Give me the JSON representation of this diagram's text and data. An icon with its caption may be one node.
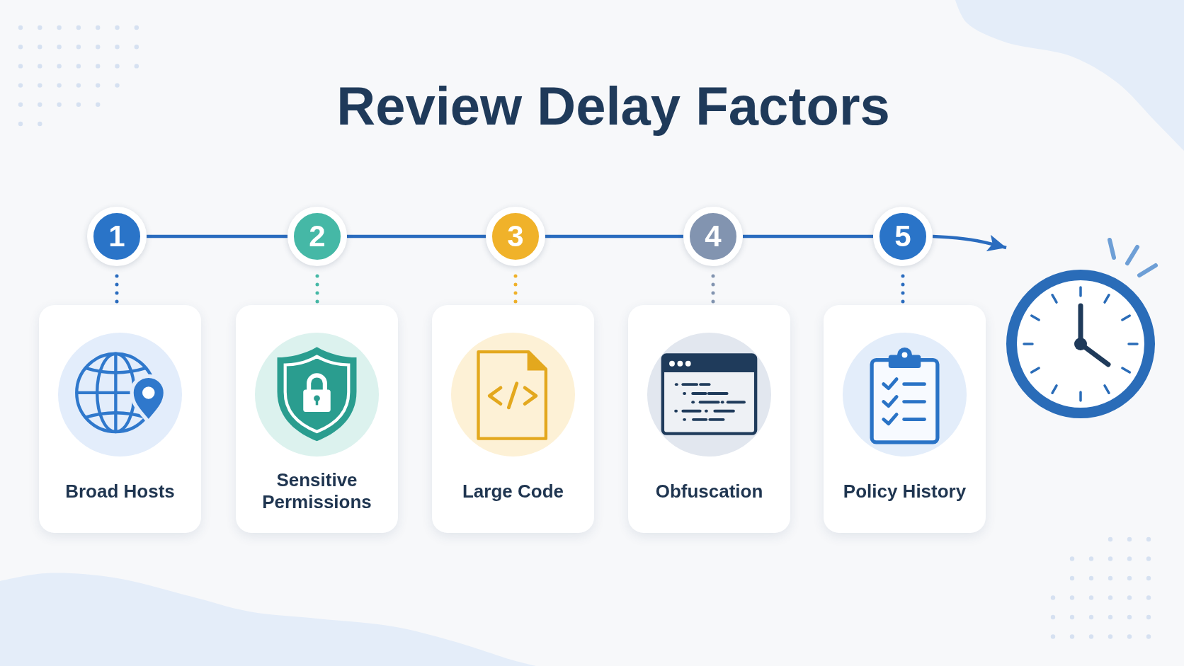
{
  "diagram": {
    "title": "Review Delay Factors",
    "nodes": [
      {
        "text": [
          "1"
        ]
      },
      {
        "text": [
          "2"
        ]
      },
      {
        "text": [
          "3"
        ]
      },
      {
        "text": [
          "4"
        ]
      },
      {
        "text": [
          "5"
        ]
      },
      {
        "text": [],
        "shape": "clock"
      },
      {
        "text": [
          "Broad Hosts"
        ]
      },
      {
        "text": [
          "Sensitive Permissions"
        ]
      },
      {
        "text": [
          "Large Code"
        ]
      },
      {
        "text": [
          "Obfuscation"
        ]
      },
      {
        "text": [
          "Policy History"
        ]
      }
    ],
    "edges": [
      {
        "from": 0,
        "to": 1,
        "arrow": "none"
      },
      {
        "from": 1,
        "to": 2,
        "arrow": "none"
      },
      {
        "from": 2,
        "to": 3,
        "arrow": "none"
      },
      {
        "from": 3,
        "to": 4,
        "arrow": "none"
      },
      {
        "from": 4,
        "to": 5,
        "arrow": "to"
      },
      {
        "from": 0,
        "to": 6,
        "arrow": "none",
        "style": "dashed"
      },
      {
        "from": 1,
        "to": 7,
        "arrow": "none",
        "style": "dashed",
        "color": "#45b8a6"
      },
      {
        "from": 2,
        "to": 8,
        "arrow": "none",
        "style": "dashed",
        "color": "#efb12a"
      },
      {
        "from": 3,
        "to": 9,
        "arrow": "none",
        "style": "dashed",
        "color": "#8294b0"
      },
      {
        "from": 4,
        "to": 10,
        "arrow": "none",
        "style": "dashed"
      }
    ]
  }
}
